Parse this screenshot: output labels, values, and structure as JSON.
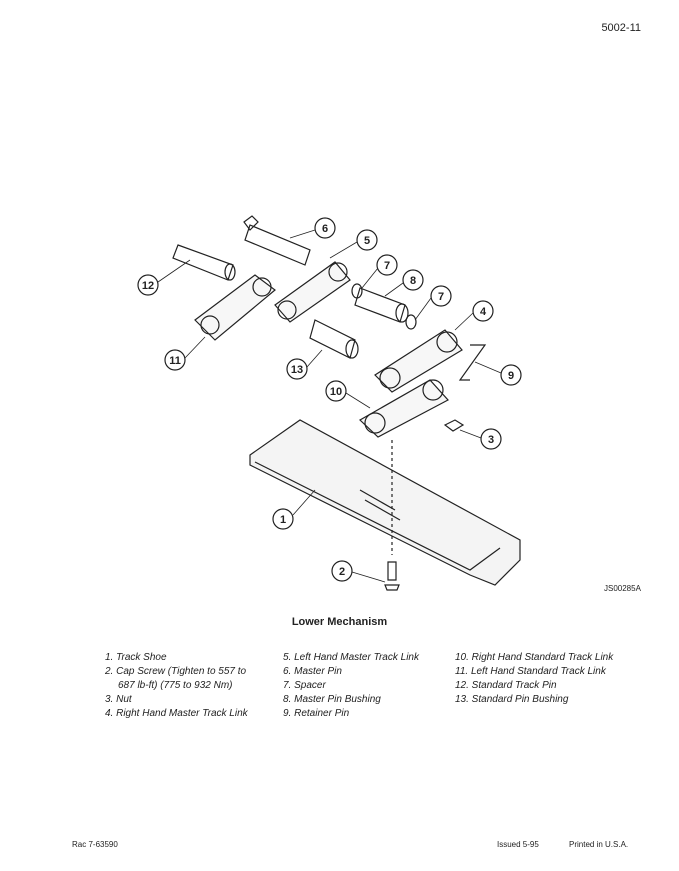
{
  "page_number": "5002-11",
  "figure": {
    "id": "JS00285A",
    "caption": "Lower Mechanism",
    "callouts": [
      "6",
      "5",
      "12",
      "7",
      "8",
      "7",
      "4",
      "11",
      "13",
      "9",
      "10",
      "3",
      "1",
      "2"
    ]
  },
  "legend": {
    "col1": [
      "1. Track Shoe",
      "2. Cap Screw (Tighten to 557 to",
      "687 lb-ft) (775 to 932 Nm)",
      "3. Nut",
      "4. Right Hand Master Track Link"
    ],
    "col2": [
      "5. Left Hand Master Track Link",
      "6. Master Pin",
      "7. Spacer",
      "8. Master Pin Bushing",
      "9. Retainer Pin"
    ],
    "col3": [
      "10. Right Hand Standard Track Link",
      "11. Left Hand Standard Track Link",
      "12. Standard Track Pin",
      "13. Standard Pin Bushing"
    ]
  },
  "footer": {
    "left": "Rac 7-63590",
    "issued": "Issued 5-95",
    "printed": "Printed in U.S.A."
  }
}
